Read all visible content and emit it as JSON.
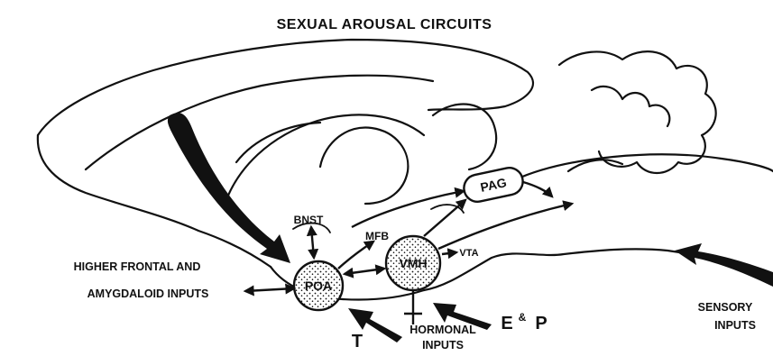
{
  "title": "SEXUAL AROUSAL CIRCUITS",
  "labels": {
    "bnst": "BNST",
    "mfb": "MFB",
    "poa": "POA",
    "vmh": "VMH",
    "vta": "VTA",
    "pag": "PAG",
    "higher_frontal_line1": "HIGHER FRONTAL AND",
    "higher_frontal_line2": "AMYGDALOID INPUTS",
    "hormonal_line1": "HORMONAL",
    "hormonal_line2": "INPUTS",
    "t": "T",
    "e": "E",
    "amp": "&",
    "p": "P",
    "sensory_line1": "SENSORY",
    "sensory_line2": "INPUTS"
  },
  "colors": {
    "ink": "#111111",
    "background": "#ffffff"
  }
}
